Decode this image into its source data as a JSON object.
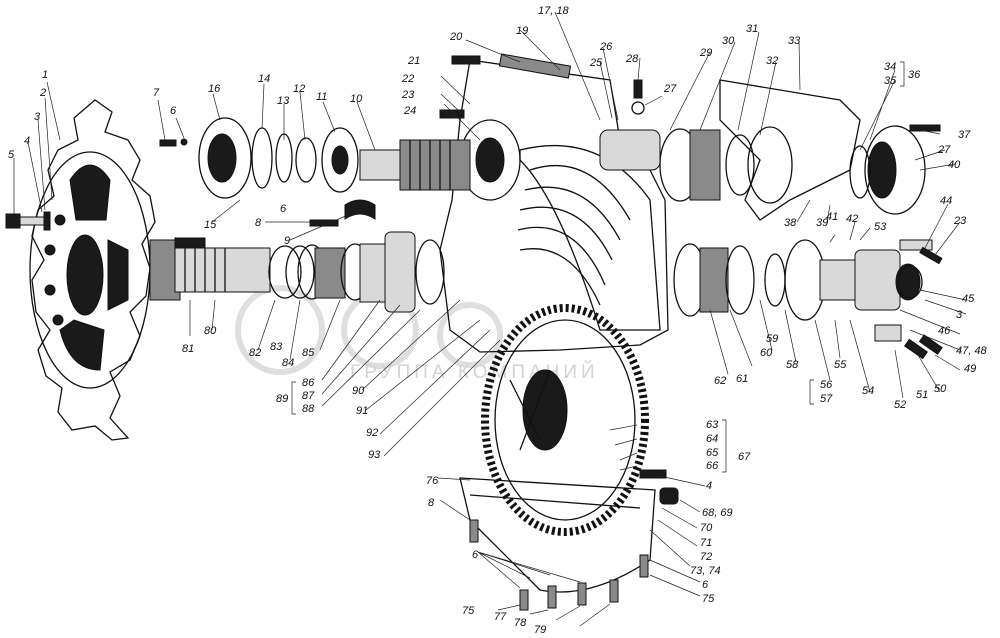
{
  "watermark": {
    "text": "ГРУППА КОМПАНИЙ"
  },
  "labels": [
    "1",
    "2",
    "3",
    "4",
    "5",
    "7",
    "6",
    "16",
    "14",
    "13",
    "12",
    "11",
    "10",
    "15",
    "8",
    "6",
    "9",
    "21",
    "20",
    "19",
    "17, 18",
    "22",
    "23",
    "24",
    "26",
    "25",
    "28",
    "27",
    "29",
    "30",
    "31",
    "32",
    "33",
    "34",
    "35",
    "36",
    "37",
    "27",
    "40",
    "38",
    "39",
    "41",
    "42",
    "53",
    "44",
    "23",
    "45",
    "3",
    "46",
    "47, 48",
    "49",
    "50",
    "51",
    "52",
    "54",
    "55",
    "56",
    "57",
    "58",
    "59",
    "60",
    "61",
    "62",
    "81",
    "80",
    "82",
    "83",
    "84",
    "85",
    "86",
    "87",
    "88",
    "89",
    "90",
    "91",
    "92",
    "93",
    "63",
    "64",
    "65",
    "66",
    "67",
    "4",
    "68, 69",
    "70",
    "71",
    "72",
    "73, 74",
    "6",
    "75",
    "76",
    "8",
    "6",
    "75",
    "77",
    "78",
    "79"
  ]
}
